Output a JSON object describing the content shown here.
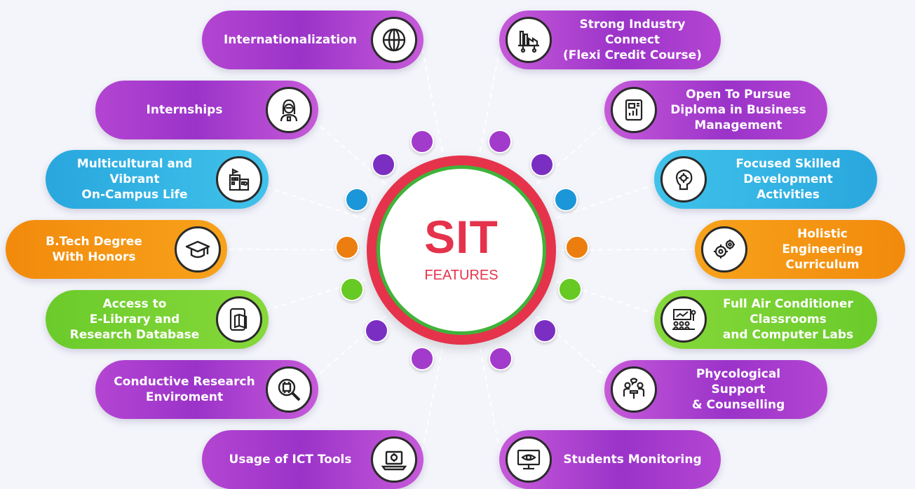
{
  "center": {
    "title": "SIT",
    "subtitle": "FEATURES"
  },
  "features_left": [
    {
      "label": "Internationalization",
      "icon": "globe-icon",
      "color": "purple"
    },
    {
      "label": "Internships",
      "icon": "intern-person-icon",
      "color": "purple"
    },
    {
      "label": "Multicultural and\nVibrant\nOn-Campus Life",
      "icon": "campus-building-icon",
      "color": "cyan"
    },
    {
      "label": "B.Tech Degree\nWith Honors",
      "icon": "graduation-cap-icon",
      "color": "orange"
    },
    {
      "label": "Access to\nE-Library and\nResearch Database",
      "icon": "e-book-icon",
      "color": "green"
    },
    {
      "label": "Conductive Research\nEnviroment",
      "icon": "magnifier-chip-icon",
      "color": "purple"
    },
    {
      "label": "Usage of ICT Tools",
      "icon": "laptop-icon",
      "color": "purple"
    }
  ],
  "features_right": [
    {
      "label": "Strong Industry\nConnect\n(Flexi Credit Course)",
      "icon": "industry-icon",
      "color": "purple"
    },
    {
      "label": "Open To Pursue\nDiploma in Business\nManagement",
      "icon": "business-report-icon",
      "color": "purple"
    },
    {
      "label": "Focused Skilled\nDevelopment\nActivities",
      "icon": "brain-gear-icon",
      "color": "cyan"
    },
    {
      "label": "Holistic Engineering\nCurriculum",
      "icon": "gears-icon",
      "color": "orange"
    },
    {
      "label": "Full Air Conditioner\nClassrooms\nand Computer Labs",
      "icon": "classroom-icon",
      "color": "green"
    },
    {
      "label": "Phycological\nSupport\n& Counselling",
      "icon": "counselling-icon",
      "color": "purple"
    },
    {
      "label": "Students Monitoring",
      "icon": "monitor-eye-icon",
      "color": "purple"
    }
  ],
  "colors": {
    "purple": "#a23bcb",
    "violet": "#7a2fc2",
    "cyan": "#1b96d8",
    "orange": "#ec7e10",
    "green": "#67c924",
    "ring_red": "#e5334b",
    "ring_green": "#3fb33a",
    "background": "#f3f5fb"
  }
}
